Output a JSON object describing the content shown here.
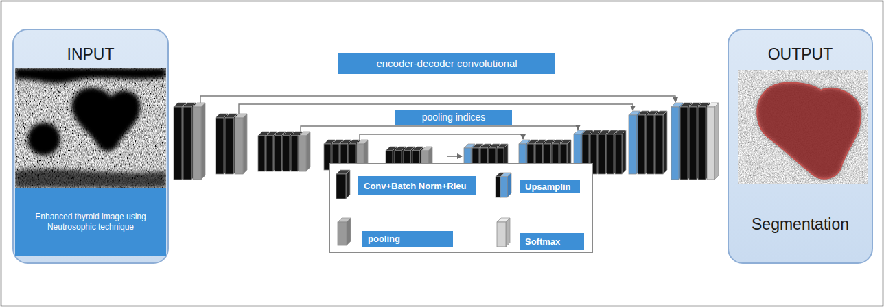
{
  "diagram": {
    "nodes": [
      {
        "text": [
          "INPUT"
        ]
      },
      {
        "text": [
          "Enhanced thyroid image using Neutrosophic technique"
        ],
        "in": 0
      },
      {
        "text": [
          "encoder-decoder convolutional"
        ]
      },
      {
        "text": [
          "pooling indices"
        ]
      },
      {
        "text": [
          "OUTPUT",
          "Segmentation"
        ]
      }
    ],
    "legend": [
      {
        "text": "Conv+Batch Norm+Rleu"
      },
      {
        "text": "Upsamplin"
      },
      {
        "text": "pooling"
      },
      {
        "text": "Softmax"
      }
    ]
  }
}
